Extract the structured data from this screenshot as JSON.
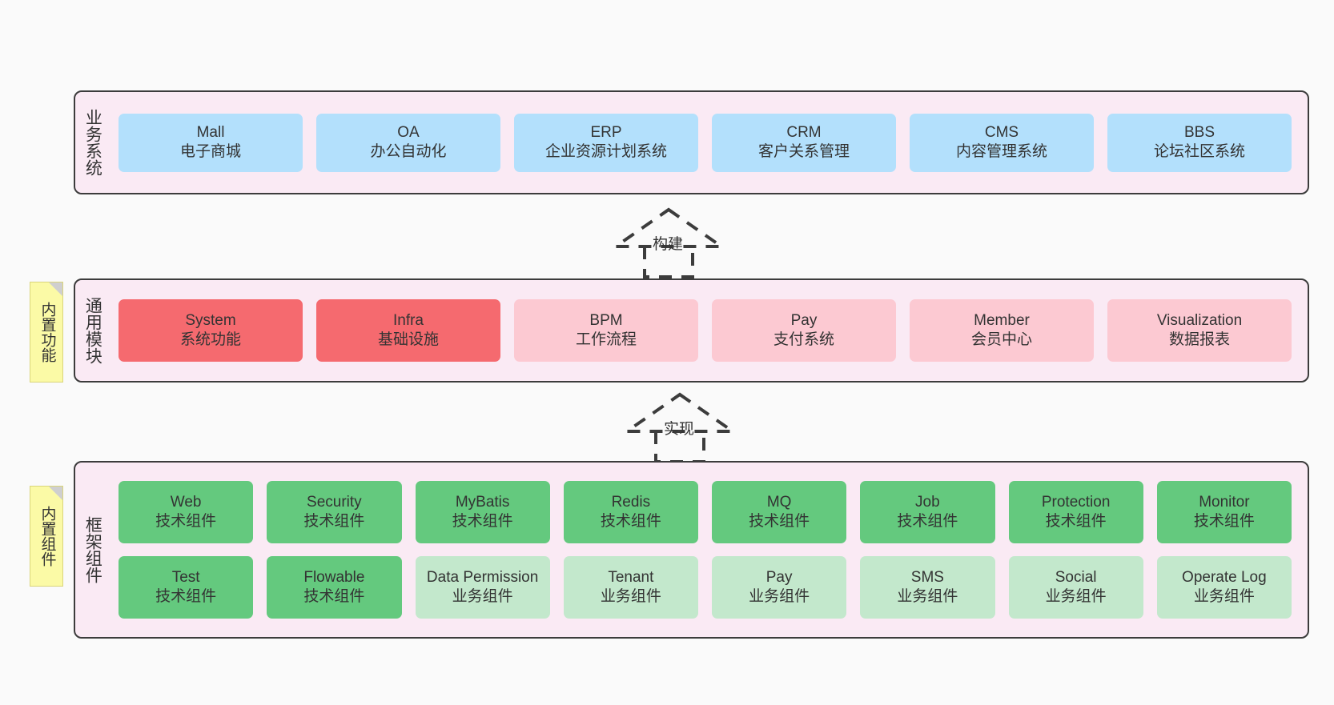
{
  "diagram": {
    "background_color": "#fafafa",
    "band_fill": "#faeaf4",
    "band_border": "#3c3c3c",
    "note_fill": "#fbfaa6"
  },
  "bands": {
    "business": {
      "title": "业务系统",
      "color": "#b3e0fc",
      "items": [
        {
          "name": "Mall",
          "desc": "电子商城"
        },
        {
          "name": "OA",
          "desc": "办公自动化"
        },
        {
          "name": "ERP",
          "desc": "企业资源计划系统"
        },
        {
          "name": "CRM",
          "desc": "客户关系管理"
        },
        {
          "name": "CMS",
          "desc": "内容管理系统"
        },
        {
          "name": "BBS",
          "desc": "论坛社区系统"
        }
      ]
    },
    "modules": {
      "title": "通用模块",
      "note": "内置功能",
      "color_strong": "#f56a6f",
      "color_light": "#fcc9d2",
      "items": [
        {
          "name": "System",
          "desc": "系统功能",
          "tone": "strong"
        },
        {
          "name": "Infra",
          "desc": "基础设施",
          "tone": "strong"
        },
        {
          "name": "BPM",
          "desc": "工作流程",
          "tone": "light"
        },
        {
          "name": "Pay",
          "desc": "支付系统",
          "tone": "light"
        },
        {
          "name": "Member",
          "desc": "会员中心",
          "tone": "light"
        },
        {
          "name": "Visualization",
          "desc": "数据报表",
          "tone": "light"
        }
      ]
    },
    "framework": {
      "title": "框架组件",
      "note": "内置组件",
      "color_strong": "#64c97e",
      "color_light": "#c3e8cc",
      "row1": [
        {
          "name": "Web",
          "desc": "技术组件",
          "tone": "strong"
        },
        {
          "name": "Security",
          "desc": "技术组件",
          "tone": "strong"
        },
        {
          "name": "MyBatis",
          "desc": "技术组件",
          "tone": "strong"
        },
        {
          "name": "Redis",
          "desc": "技术组件",
          "tone": "strong"
        },
        {
          "name": "MQ",
          "desc": "技术组件",
          "tone": "strong"
        },
        {
          "name": "Job",
          "desc": "技术组件",
          "tone": "strong"
        },
        {
          "name": "Protection",
          "desc": "技术组件",
          "tone": "strong"
        },
        {
          "name": "Monitor",
          "desc": "技术组件",
          "tone": "strong"
        }
      ],
      "row2": [
        {
          "name": "Test",
          "desc": "技术组件",
          "tone": "strong"
        },
        {
          "name": "Flowable",
          "desc": "技术组件",
          "tone": "strong"
        },
        {
          "name": "Data Permission",
          "desc": "业务组件",
          "tone": "light"
        },
        {
          "name": "Tenant",
          "desc": "业务组件",
          "tone": "light"
        },
        {
          "name": "Pay",
          "desc": "业务组件",
          "tone": "light"
        },
        {
          "name": "SMS",
          "desc": "业务组件",
          "tone": "light"
        },
        {
          "name": "Social",
          "desc": "业务组件",
          "tone": "light"
        },
        {
          "name": "Operate Log",
          "desc": "业务组件",
          "tone": "light"
        }
      ]
    }
  },
  "connectors": [
    {
      "label": "构建",
      "icon": "dashed-generalization-arrow-up"
    },
    {
      "label": "实现",
      "icon": "dashed-generalization-arrow-up"
    }
  ]
}
